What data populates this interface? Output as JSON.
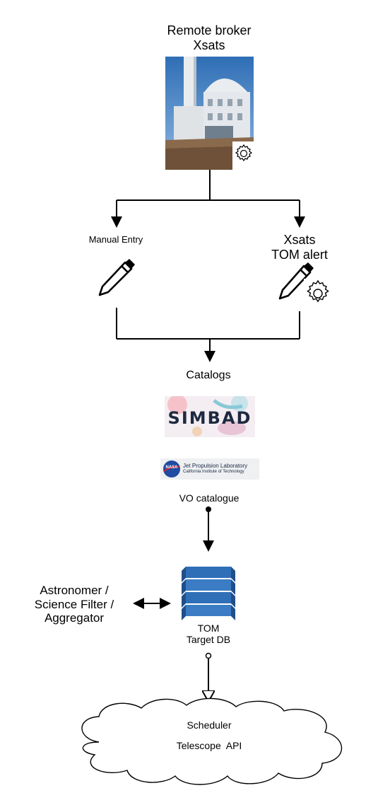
{
  "remote_broker": {
    "label": "Remote broker\nXsats"
  },
  "manual_entry": {
    "label": "Manual Entry"
  },
  "tom_alert": {
    "label": "Xsats\nTOM alert"
  },
  "catalogs": {
    "title": "Catalogs",
    "simbad_logo_text": "SIMBAD",
    "jpl_logo": {
      "line1": "Jet Propulsion Laboratory",
      "line2": "California Institute of Technology",
      "badge": "NASA"
    },
    "vo_label": "VO catalogue"
  },
  "astronomer": {
    "label": "Astronomer /\nScience Filter /\nAggregator"
  },
  "tom_db": {
    "label": "TOM\nTarget DB"
  },
  "scheduler_cloud": {
    "line1": "Scheduler",
    "line2": "Telescope  API"
  },
  "colors": {
    "db_blue": "#2f6fb8",
    "db_dark": "#1f4f8a",
    "sky": "#4a86c8"
  }
}
